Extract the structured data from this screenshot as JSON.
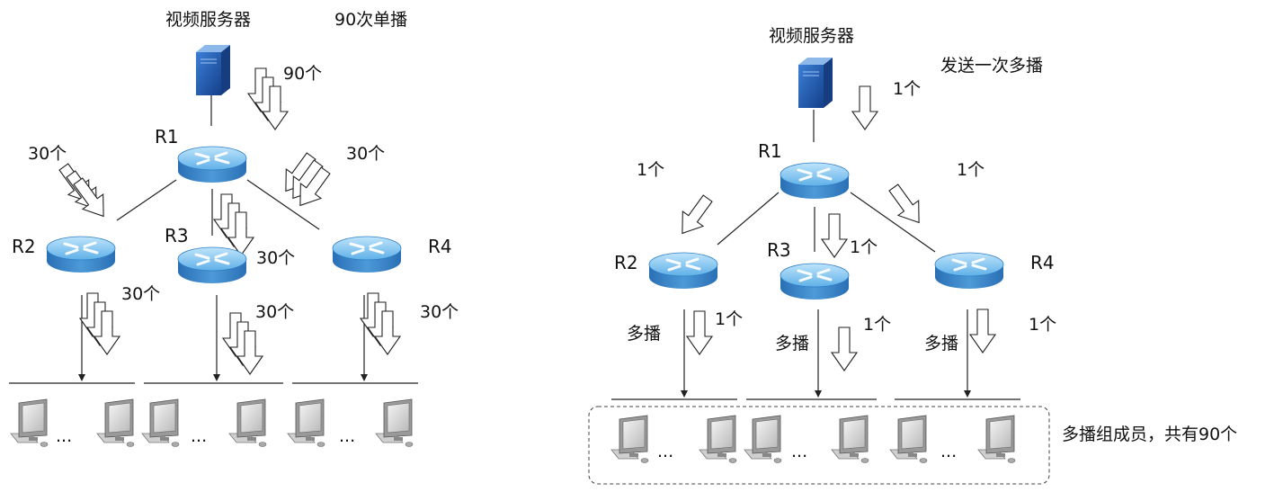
{
  "left": {
    "server_label": "视频服务器",
    "mode_label": "90次单播",
    "routers": [
      "R1",
      "R2",
      "R3",
      "R4"
    ],
    "count_labels": {
      "server_out": "90个",
      "r1_to_r2": "30个",
      "r1_to_r3": "30个",
      "r1_to_r4": "30个",
      "r2_down": "30个",
      "r3_down": "30个",
      "r4_down": "30个"
    },
    "ellipsis": "..."
  },
  "right": {
    "server_label": "视频服务器",
    "mode_label": "发送一次多播",
    "routers": [
      "R1",
      "R2",
      "R3",
      "R4"
    ],
    "count_labels": {
      "server_out": "1个",
      "r1_to_r2": "1个",
      "r1_to_r3": "1个",
      "r1_to_r4": "1个",
      "r2_down": "1个",
      "r3_down": "1个",
      "r4_down": "1个"
    },
    "multicast_label": "多播",
    "group_label": "多播组成员，共有90个",
    "ellipsis": "..."
  },
  "colors": {
    "router_top": "#7ec3ee",
    "router_side": "#2f7fc4",
    "server": "#1f5fb0",
    "arrow_stroke": "#222222",
    "line": "#222222",
    "group_border": "#444444"
  }
}
